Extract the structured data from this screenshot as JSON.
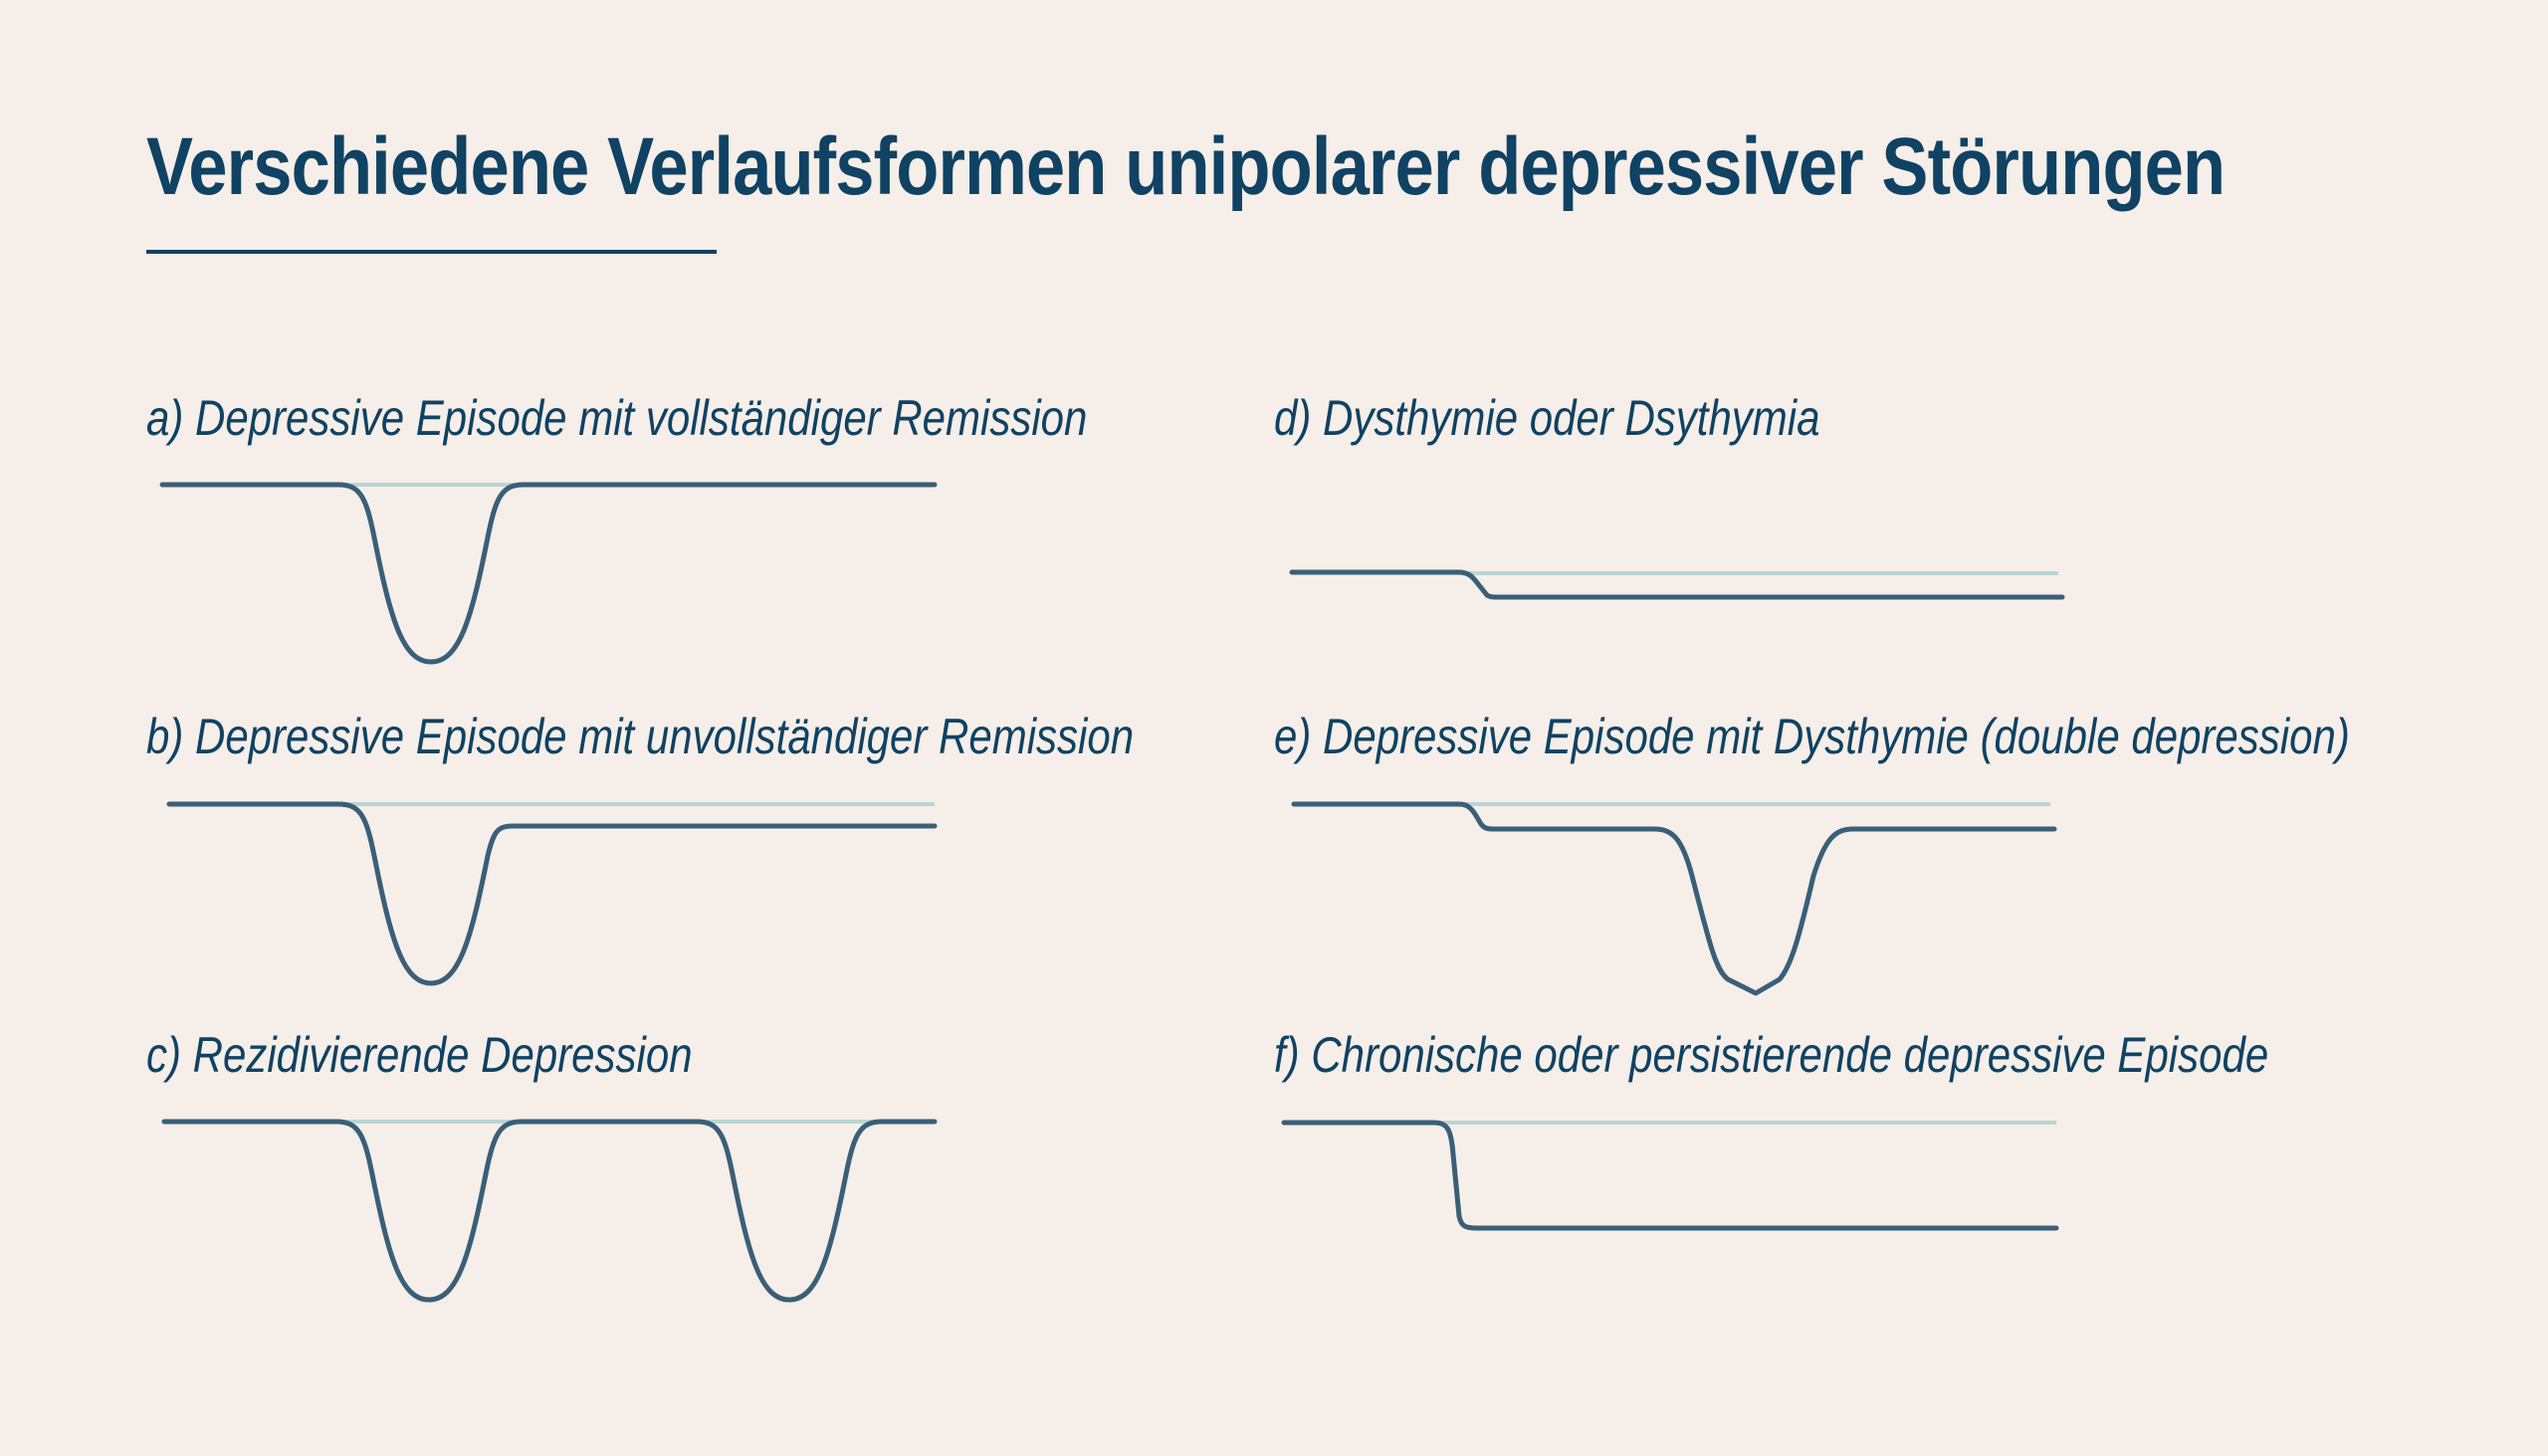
{
  "slide": {
    "title": "Verschiedene Verlaufsformen unipolarer depressiver Störungen",
    "colors": {
      "background": "#f6eee8",
      "text": "#0f4263",
      "curve": "#3a5f78",
      "reference_line": "#b8d6d4"
    }
  },
  "panels": [
    {
      "id": "a",
      "label": "a) Depressive Episode mit vollständiger Remission"
    },
    {
      "id": "b",
      "label": "b) Depressive Episode mit unvollständiger Remission"
    },
    {
      "id": "c",
      "label": "c) Rezidivierende Depression"
    },
    {
      "id": "d",
      "label": "d) Dysthymie oder Dsythymia"
    },
    {
      "id": "e",
      "label": "e) Depressive Episode mit Dysthymie (double depression)"
    },
    {
      "id": "f",
      "label": "f) Chronische oder persistierende depressive Episode"
    }
  ]
}
